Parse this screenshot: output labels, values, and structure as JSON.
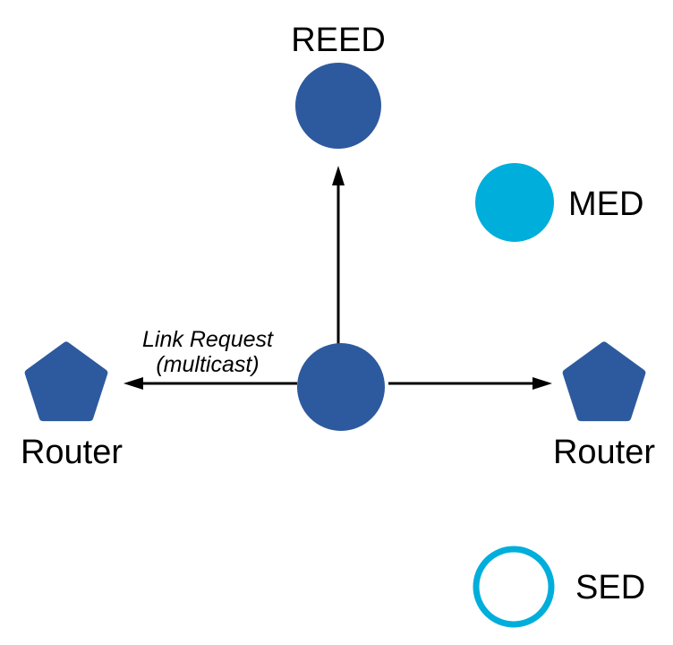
{
  "colors": {
    "router_blue": "#2d5a9e",
    "end_device_cyan": "#00aedb",
    "arrow_black": "#000000",
    "label_text": "#000000",
    "background": "#ffffff"
  },
  "nodes": {
    "reed": {
      "label": "REED",
      "shape": "circle-filled",
      "fill": "#2d5a9e"
    },
    "med": {
      "label": "MED",
      "shape": "circle-filled",
      "fill": "#00aedb"
    },
    "sed": {
      "label": "SED",
      "shape": "circle-outline",
      "stroke": "#00aedb"
    },
    "router_left": {
      "label": "Router",
      "shape": "pentagon",
      "fill": "#2d5a9e"
    },
    "router_right": {
      "label": "Router",
      "shape": "pentagon",
      "fill": "#2d5a9e"
    },
    "center": {
      "label": "",
      "shape": "circle-filled",
      "fill": "#2d5a9e"
    }
  },
  "annotation": {
    "line1": "Link Request",
    "line2": "(multicast)"
  },
  "edges": [
    {
      "from": "center",
      "to": "reed",
      "arrow": true
    },
    {
      "from": "center",
      "to": "router_left",
      "arrow": true
    },
    {
      "from": "center",
      "to": "router_right",
      "arrow": true
    }
  ]
}
